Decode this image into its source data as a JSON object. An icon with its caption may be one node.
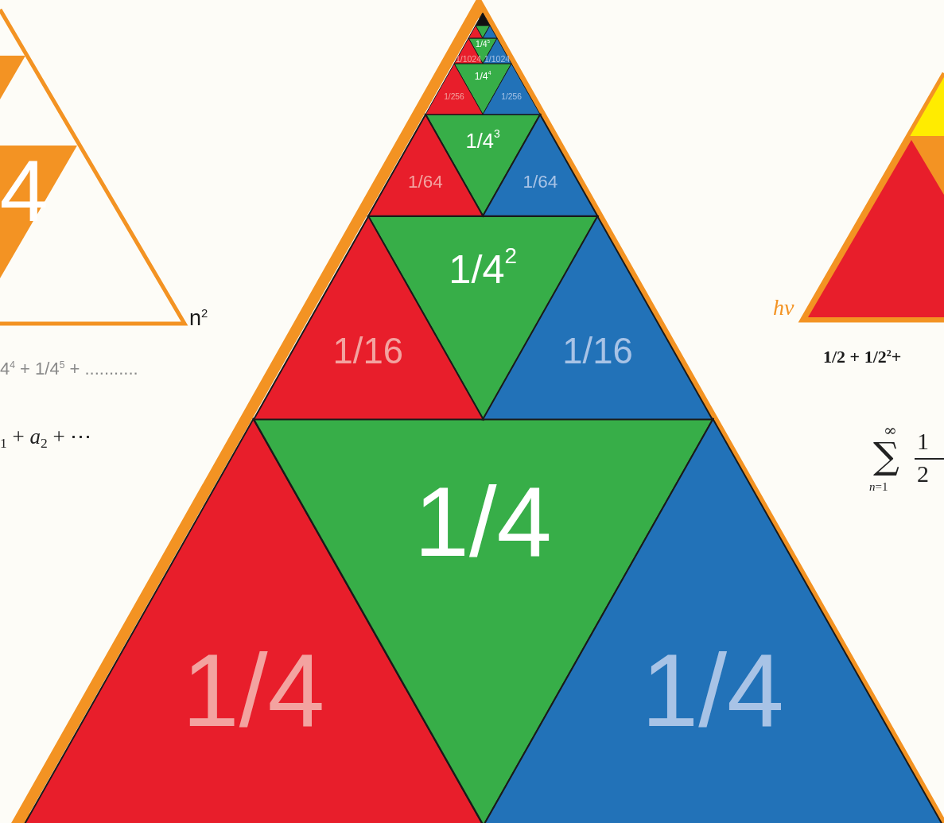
{
  "diagram": {
    "nodes": [
      {
        "text": [],
        "shape": "triangle"
      },
      {
        "text": [
          "1/4"
        ],
        "in": 0
      },
      {
        "text": [
          "1/4"
        ],
        "in": 0
      },
      {
        "text": [
          "1/4"
        ],
        "in": 0
      },
      {
        "text": [
          "1/4$^{2}$"
        ],
        "in": 0
      },
      {
        "text": [
          "1/16"
        ],
        "in": 0
      },
      {
        "text": [
          "1/16"
        ],
        "in": 0
      },
      {
        "text": [
          "1/4$^{3}$"
        ],
        "in": 0
      },
      {
        "text": [
          "1/64"
        ],
        "in": 0
      },
      {
        "text": [
          "1/64"
        ],
        "in": 0
      },
      {
        "text": [
          "1/4$^{4}$"
        ],
        "in": 0
      },
      {
        "text": [
          "1/256"
        ],
        "in": 0
      },
      {
        "text": [
          "1/256"
        ],
        "in": 0
      },
      {
        "text": [
          "1/4$^{5}$"
        ],
        "in": 0
      },
      {
        "text": [
          "1/1024"
        ],
        "in": 0
      },
      {
        "text": [
          "1/1024"
        ],
        "in": 0
      },
      {
        "text": [],
        "shape": "triangle",
        "in": 0
      },
      {
        "text": [],
        "shape": "triangle",
        "in": 0
      },
      {
        "text": [],
        "shape": "triangle",
        "in": 0
      },
      {
        "text": [],
        "shape": "triangle",
        "in": 0
      },
      {
        "text": [
          "4"
        ]
      }
    ],
    "edges": [],
    "labels": [
      "n$^{2}$",
      "4$^{4}$ + 1/4$^{5}$ + ...........",
      "$_{1}$ + *a*$_{2}$ + ⋯",
      "hν",
      "1/2 + 1/2$^{2}$+",
      "∞",
      "∑",
      "*n*=1",
      "1",
      "2"
    ]
  }
}
